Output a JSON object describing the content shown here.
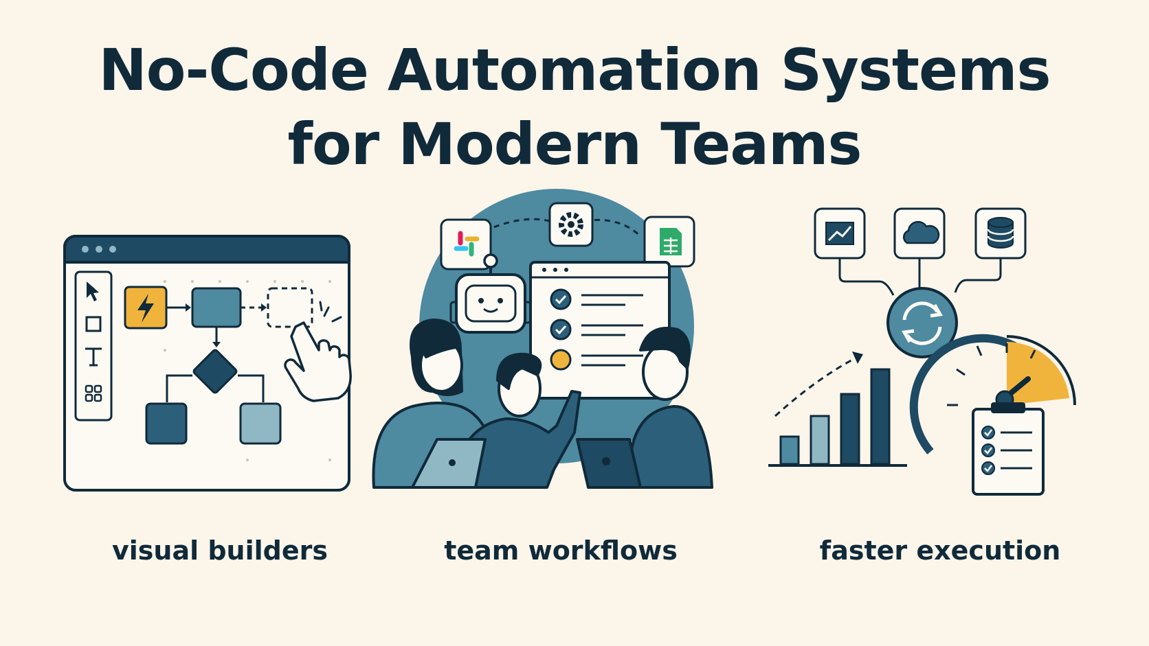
{
  "title": {
    "line1": "No-Code Automation Systems",
    "line2": "for Modern Teams"
  },
  "panels": [
    {
      "caption": "visual builders",
      "icons": [
        "browser-window",
        "cursor-icon",
        "square-icon",
        "text-icon",
        "grid-icon",
        "lightning-icon",
        "flow-node",
        "decision-diamond",
        "hand-pointer-icon"
      ]
    },
    {
      "caption": "team workflows",
      "icons": [
        "slack-icon",
        "gear-icon",
        "sheets-icon",
        "robot-icon",
        "checklist",
        "laptop-icon"
      ]
    },
    {
      "caption": "faster execution",
      "icons": [
        "chart-icon",
        "cloud-icon",
        "database-icon",
        "sync-icon",
        "bar-chart",
        "speedometer-icon",
        "clipboard-icon"
      ]
    }
  ],
  "colors": {
    "background": "#fbf5ea",
    "ink": "#102a3a",
    "teal": "#4e8aa0",
    "dark_teal": "#2c607a",
    "navy": "#1e4a63",
    "light_teal": "#8fb8c4",
    "accent": "#f0b43c"
  }
}
